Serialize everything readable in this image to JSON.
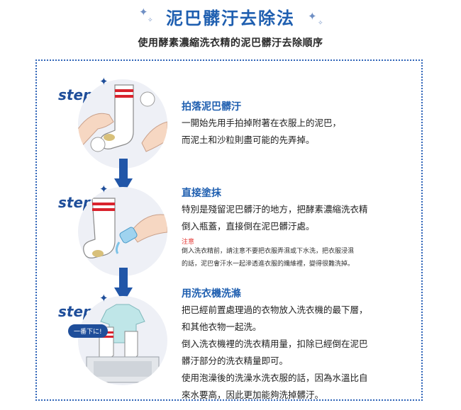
{
  "header": {
    "title": "泥巴髒汙去除法",
    "subtitle": "使用酵素濃縮洗衣精的泥巴髒汙去除順序"
  },
  "steps": [
    {
      "label": "step 1",
      "heading": "拍落泥巴髒汙",
      "lines": [
        "一開始先用手拍掉附著在衣服上的泥巴，",
        "而泥土和沙粒則盡可能的先弄掉。"
      ]
    },
    {
      "label": "step 2",
      "heading": "直接塗抹",
      "lines": [
        "特別是殘留泥巴髒汙的地方，把酵素濃縮洗衣精",
        "倒入瓶蓋，直接倒在泥巴髒汙處。"
      ],
      "note_title": "注意",
      "note_lines": [
        "倒入洗衣精前，請注意不要把衣服弄濕或下水洗，把衣服浸濕",
        "的話，泥巴會汗水一起滲透進衣服的纖維裡，變得很難洗掉。"
      ]
    },
    {
      "label": "step 3",
      "heading": "用洗衣機洗滌",
      "bubble": "一番下に!",
      "lines": [
        "把已經前置處理過的衣物放入洗衣機的最下層，",
        "和其他衣物一起洗。",
        "倒入洗衣機裡的洗衣精用量，扣除已經倒在泥巴",
        "髒汙部分的洗衣精量即可。",
        "使用泡澡後的洗澡水洗衣服的話，因為水溫比自",
        "來水要高，因此更加能夠洗掉髒汙。"
      ]
    }
  ],
  "colors": {
    "brand_blue": "#1f5fb0",
    "arrow_blue": "#2156a8",
    "note_red": "#e53935",
    "stripe_red": "#d9232d"
  }
}
